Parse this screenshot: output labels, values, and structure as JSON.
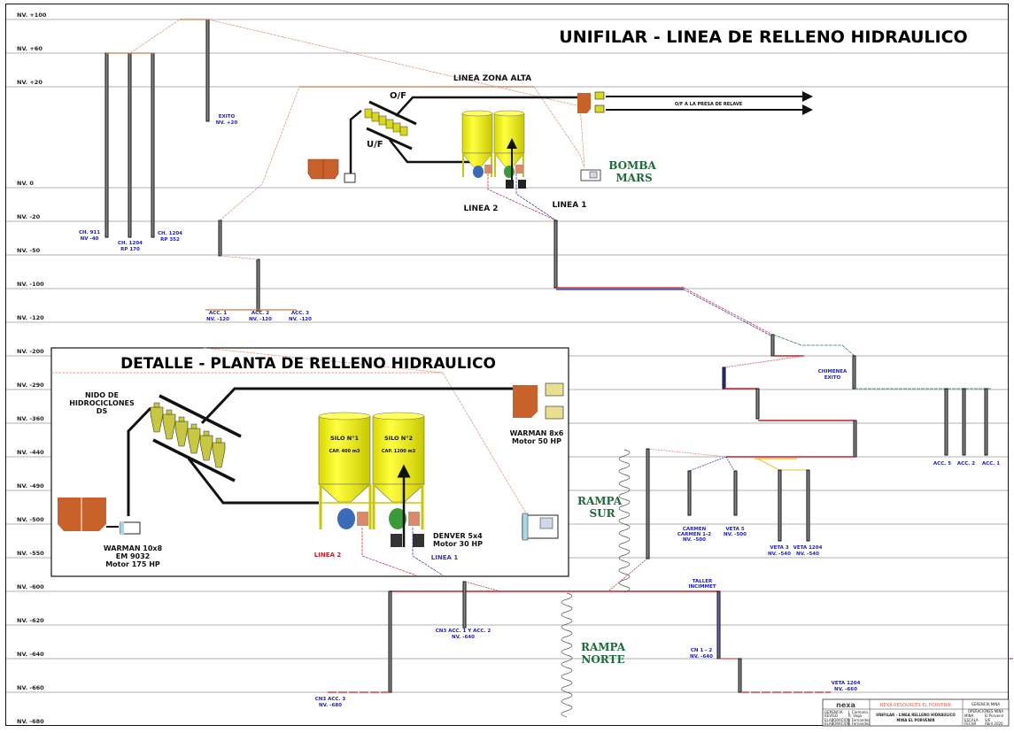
{
  "title": "UNIFILAR - LINEA DE RELLENO HIDRAULICO",
  "levels": [
    "NV. +100",
    "NV. +60",
    "NV. +20",
    "NV. 0",
    "NV. -20",
    "NV. -50",
    "NV. -100",
    "NV. -120",
    "NV. -200",
    "NV. -290",
    "NV. -360",
    "NV. -440",
    "NV. -490",
    "NV. -500",
    "NV. -550",
    "NV. -600",
    "NV. -620",
    "NV. -640",
    "NV. -660",
    "NV. -680"
  ],
  "upper_plant": {
    "linea_zona_alta": "LINEA ZONA ALTA",
    "of": "O/F",
    "uf": "U/F",
    "of_presa": "O/F A LA PRESA DE RELAVE",
    "bomba": [
      "BOMBA",
      "MARS"
    ],
    "linea2": "LINEA  2",
    "linea1": "LINEA  1"
  },
  "shaft_labels": {
    "ch911": [
      "CH. 911",
      "NV -40"
    ],
    "ch1204a": [
      "CH. 1204",
      "RP 170"
    ],
    "ch1204b": [
      "CH. 1204",
      "RP 352"
    ],
    "exito": [
      "EXITO",
      "NV. +20"
    ],
    "acc1": [
      "ACC. 1",
      "NV. -120"
    ],
    "acc2": [
      "ACC. 2",
      "NV. -120"
    ],
    "acc3": [
      "ACC. 3",
      "NV. -120"
    ],
    "chimenea": [
      "CHIMENEA",
      "EXITO"
    ],
    "acc5r": "ACC. 5",
    "acc2r": "ACC. 2",
    "acc1r": "ACC. 1",
    "carmen": [
      "CARMEN",
      "CARMEN 1-2",
      "NV. -500"
    ],
    "veta5": [
      "VETA 5",
      "NV. -500"
    ],
    "veta3": [
      "VETA 3",
      "NV. -540"
    ],
    "veta1204a": [
      "VETA 1204",
      "NV. -540"
    ],
    "taller": [
      "TALLER",
      "INCIMMET"
    ],
    "cn12": [
      "CN 1 - 2",
      "NV. -640"
    ],
    "cnacc12": [
      "CN3 ACC. 1 Y ACC. 2",
      "NV. -640"
    ],
    "cnacc3": [
      "CN3 ACC. 3",
      "NV. -680"
    ],
    "veta1204b": [
      "VETA 1204",
      "NV. -660"
    ],
    "rampa_sur": [
      "RAMPA",
      "SUR"
    ],
    "rampa_norte": [
      "RAMPA",
      "NORTE"
    ]
  },
  "detail": {
    "title": "DETALLE - PLANTA DE RELLENO HIDRAULICO",
    "nido": [
      "NIDO DE",
      "HIDROCICLONES",
      "DS"
    ],
    "silo1": {
      "name": "SILO N°1",
      "cap": "CAP. 400 m3"
    },
    "silo2": {
      "name": "SILO N°2",
      "cap": "CAP. 1200 m3"
    },
    "warman_big": [
      "WARMAN 10x8",
      "EM 9032",
      "Motor 175 HP"
    ],
    "warman_small": [
      "WARMAN 8x6",
      "Motor 50 HP"
    ],
    "denver": [
      "DENVER 5x4",
      "Motor 30 HP"
    ],
    "linea2": "LINEA 2",
    "linea1": "LINEA 1"
  },
  "title_block": {
    "logo": "nexa",
    "company": "NEXA RESOURCES EL PORVENIR",
    "dept": "GERENCIA MINA",
    "dwg_title": "UNIFILAR - LINEA RELLENO HIDRAULICO",
    "mine": "MINA EL PORVENIR",
    "area": "OPERACIONES MINA",
    "rows_left": [
      [
        "GERENCIA",
        "J. Carmona"
      ],
      [
        "REVISO",
        "R. Vega"
      ],
      [
        "ELABORACION",
        "J. Fernandez"
      ],
      [
        "ELABORACION",
        "J. Fernandez"
      ]
    ],
    "rows_right": [
      [
        "MINA",
        "El Porvenir"
      ],
      [
        "ESCALA",
        "S/E"
      ],
      [
        "FECHA",
        "Abril 2020"
      ]
    ]
  },
  "colors": {
    "pipe_red": "#c0202a",
    "pipe_blue": "#2a2a9a",
    "pipe_orange": "#c87a4a",
    "pipe_green": "#2e7a4a",
    "pipe_yellow": "#e8c830",
    "silo_yellow": "#f2f21a",
    "tank_orange": "#c8622a",
    "green_text": "#1e6b3a",
    "label_blue": "#1a1acc"
  }
}
